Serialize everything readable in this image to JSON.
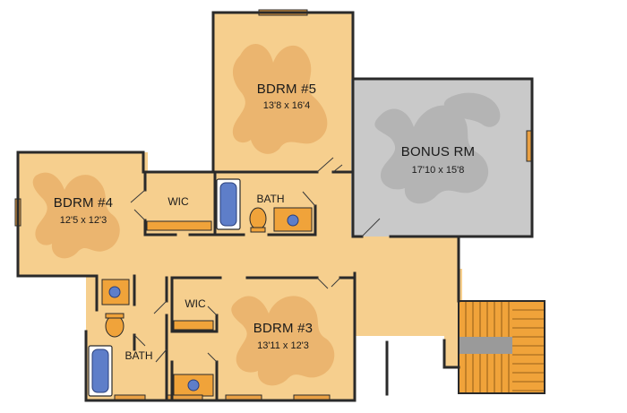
{
  "colors": {
    "floor": "#f6cf8e",
    "blotch": "#ebb56f",
    "bonus_floor": "#c9c9c9",
    "bonus_blotch": "#b4b4b4",
    "wall": "#2a2a2a",
    "window": "#e9a043",
    "cabinet": "#f0a33a",
    "fixture_blue": "#5e7ec9",
    "stair": "#f0a33a"
  },
  "rooms": {
    "bdrm5": {
      "name": "BDRM #5",
      "dims": "13'8 x 16'4"
    },
    "bonus": {
      "name": "BONUS RM",
      "dims": "17'10 x 15'8"
    },
    "bdrm4": {
      "name": "BDRM #4",
      "dims": "12'5 x 12'3"
    },
    "wic_upper": {
      "name": "WIC"
    },
    "bath_upper": {
      "name": "BATH"
    },
    "wic_lower": {
      "name": "WIC"
    },
    "bdrm3": {
      "name": "BDRM #3",
      "dims": "13'11 x 12'3"
    },
    "bath_lower": {
      "name": "BATH"
    }
  }
}
